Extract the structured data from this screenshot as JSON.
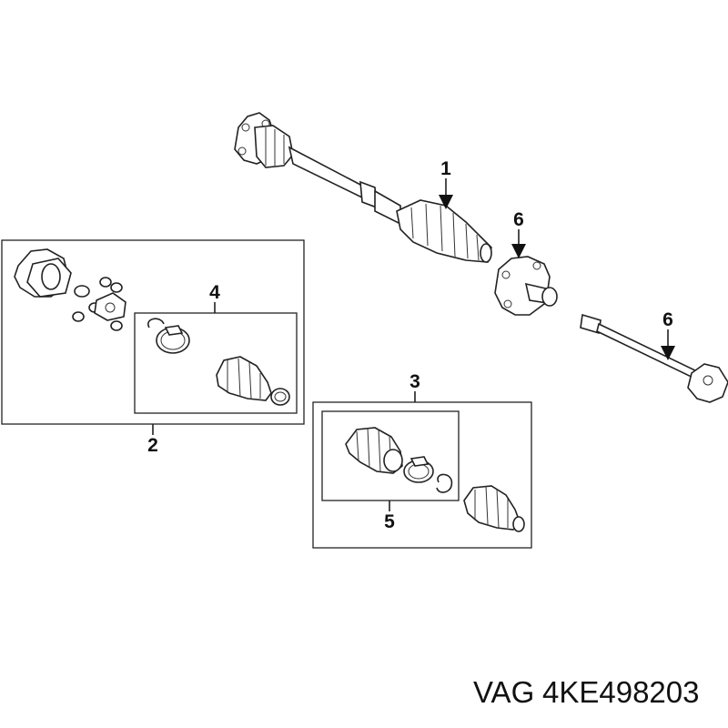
{
  "callouts": {
    "c1": "1",
    "c2": "2",
    "c3": "3",
    "c4": "4",
    "c5": "5",
    "c6a": "6",
    "c6b": "6"
  },
  "caption": {
    "brand": "VAG",
    "part_number": "4KE498203"
  }
}
